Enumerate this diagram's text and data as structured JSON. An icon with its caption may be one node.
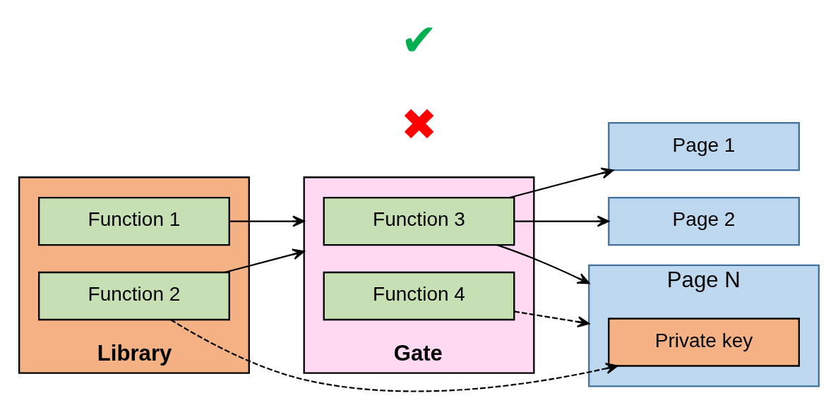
{
  "diagram": {
    "nodes": [
      {
        "text": [
          "Library"
        ]
      },
      {
        "text": [
          "Function 1"
        ],
        "in": 0
      },
      {
        "text": [
          "Function 2"
        ],
        "in": 0
      },
      {
        "text": [
          "Gate"
        ]
      },
      {
        "text": [
          "Function 3"
        ],
        "in": 3
      },
      {
        "text": [
          "Function 4"
        ],
        "in": 3
      },
      {
        "text": [
          "Page 1"
        ]
      },
      {
        "text": [
          "Page 2"
        ]
      },
      {
        "text": [
          "Page N"
        ]
      },
      {
        "text": [
          "Private key"
        ],
        "in": 8
      }
    ],
    "edges": [
      {
        "from": 1,
        "to": 3,
        "arrow": "to"
      },
      {
        "from": 2,
        "to": 3,
        "arrow": "to"
      },
      {
        "from": 4,
        "to": 6,
        "arrow": "to"
      },
      {
        "from": 4,
        "to": 7,
        "arrow": "to"
      },
      {
        "from": 4,
        "to": 8,
        "arrow": "to"
      },
      {
        "from": 2,
        "to": 9,
        "arrow": "to",
        "style": "dashed"
      },
      {
        "from": 5,
        "to": 8,
        "arrow": "to",
        "style": "dashed"
      }
    ],
    "labels": [
      "✔",
      "✖"
    ]
  }
}
